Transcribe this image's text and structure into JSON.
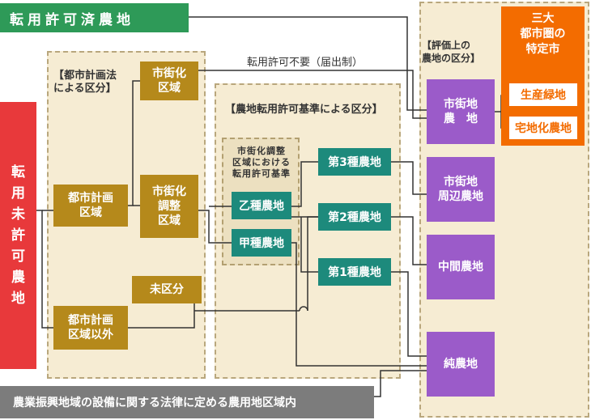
{
  "top_banner": "転用許可済農地",
  "left_banner": "転\n用\n未\n許\n可\n農\n地",
  "bottom_banner": "農業振興地域の設備に関する法律に定める農用地区域内",
  "no_permit_label": "転用許可不要（届出制）",
  "city_plan": {
    "title": "【都市計画法\n による区分】",
    "in_area": "都市計画\n区域",
    "out_area": "都市計画\n区域以外",
    "urbanization": "市街化\n区域",
    "adjustment": "市街化\n調整\n区域",
    "unclassified": "未区分"
  },
  "permit_standard": {
    "title": "【農地転用許可基準による区分】",
    "adj_title": "市街化調整\n区域における\n転用許可基準",
    "otsu": "乙種農地",
    "ko": "甲種農地",
    "class3": "第3種農地",
    "class2": "第2種農地",
    "class1": "第1種農地"
  },
  "evaluation": {
    "title": "【評価上の\n 農地の区分】",
    "urban": "市街地\n農　地",
    "urban_peri": "市街地\n周辺農地",
    "middle": "中間農地",
    "pure": "純農地"
  },
  "metro": {
    "title": "三大\n都市圏の\n特定市",
    "green": "生産緑地",
    "residential": "宅地化農地"
  }
}
